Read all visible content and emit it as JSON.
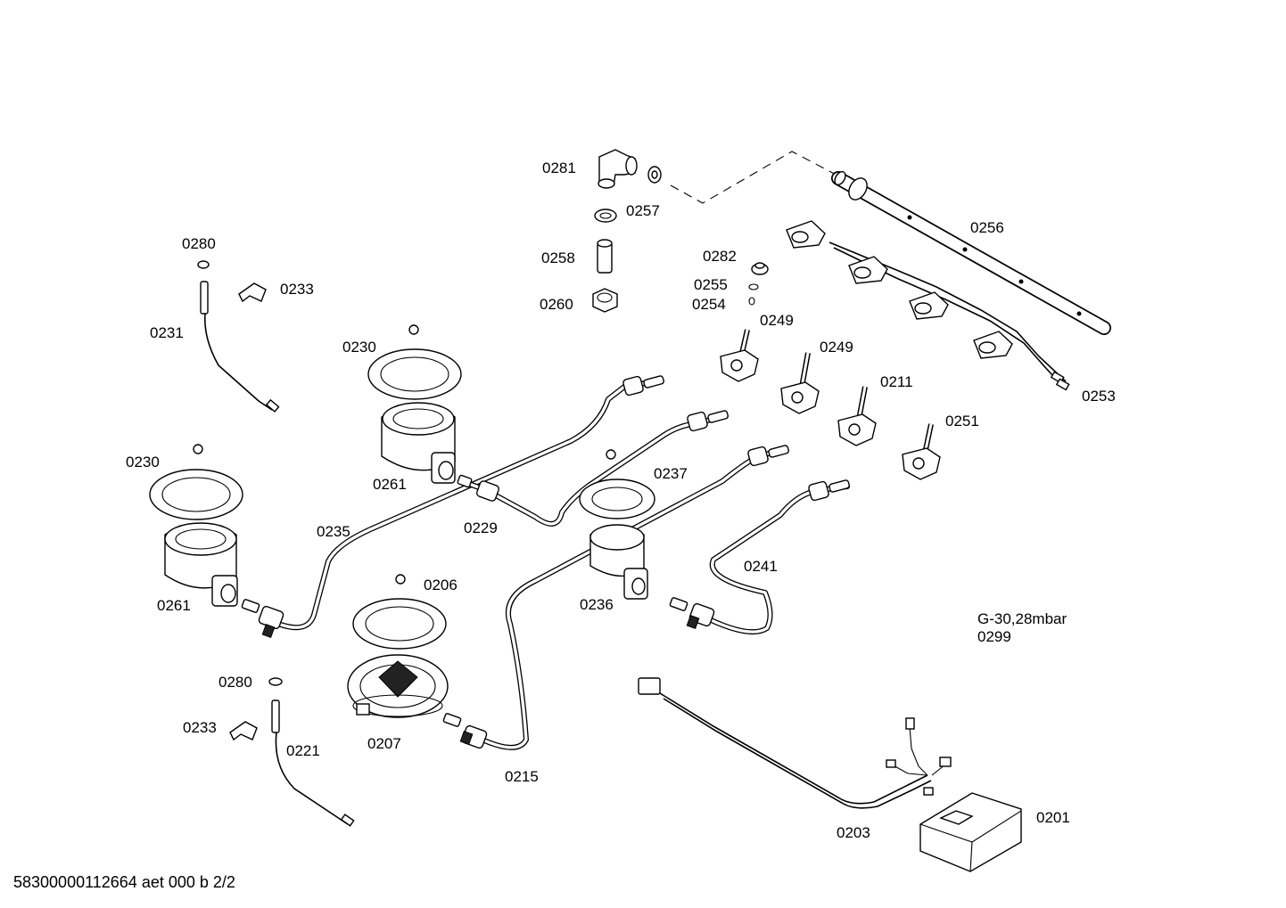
{
  "parts": [
    {
      "ref": "0280",
      "key": "p0280a"
    },
    {
      "ref": "0233",
      "key": "p0233a"
    },
    {
      "ref": "0231",
      "key": "p0231"
    },
    {
      "ref": "0230",
      "key": "p0230a"
    },
    {
      "ref": "0230",
      "key": "p0230b"
    },
    {
      "ref": "0261",
      "key": "p0261a"
    },
    {
      "ref": "0261",
      "key": "p0261b"
    },
    {
      "ref": "0235",
      "key": "p0235"
    },
    {
      "ref": "0229",
      "key": "p0229"
    },
    {
      "ref": "0237",
      "key": "p0237"
    },
    {
      "ref": "0236",
      "key": "p0236"
    },
    {
      "ref": "0241",
      "key": "p0241"
    },
    {
      "ref": "0206",
      "key": "p0206"
    },
    {
      "ref": "0207",
      "key": "p0207"
    },
    {
      "ref": "0215",
      "key": "p0215"
    },
    {
      "ref": "0280",
      "key": "p0280b"
    },
    {
      "ref": "0233",
      "key": "p0233b"
    },
    {
      "ref": "0221",
      "key": "p0221"
    },
    {
      "ref": "0281",
      "key": "p0281"
    },
    {
      "ref": "0257",
      "key": "p0257"
    },
    {
      "ref": "0258",
      "key": "p0258"
    },
    {
      "ref": "0260",
      "key": "p0260"
    },
    {
      "ref": "0282",
      "key": "p0282"
    },
    {
      "ref": "0255",
      "key": "p0255"
    },
    {
      "ref": "0254",
      "key": "p0254"
    },
    {
      "ref": "0249",
      "key": "p0249a"
    },
    {
      "ref": "0249",
      "key": "p0249b"
    },
    {
      "ref": "0211",
      "key": "p0211"
    },
    {
      "ref": "0251",
      "key": "p0251"
    },
    {
      "ref": "0256",
      "key": "p0256"
    },
    {
      "ref": "0253",
      "key": "p0253"
    },
    {
      "ref": "0203",
      "key": "p0203"
    },
    {
      "ref": "0201",
      "key": "p0201"
    }
  ],
  "note": {
    "gas_spec": "G-30,28mbar",
    "ref": "0299"
  },
  "footer": "58300000112664 aet 000 b 2/2"
}
